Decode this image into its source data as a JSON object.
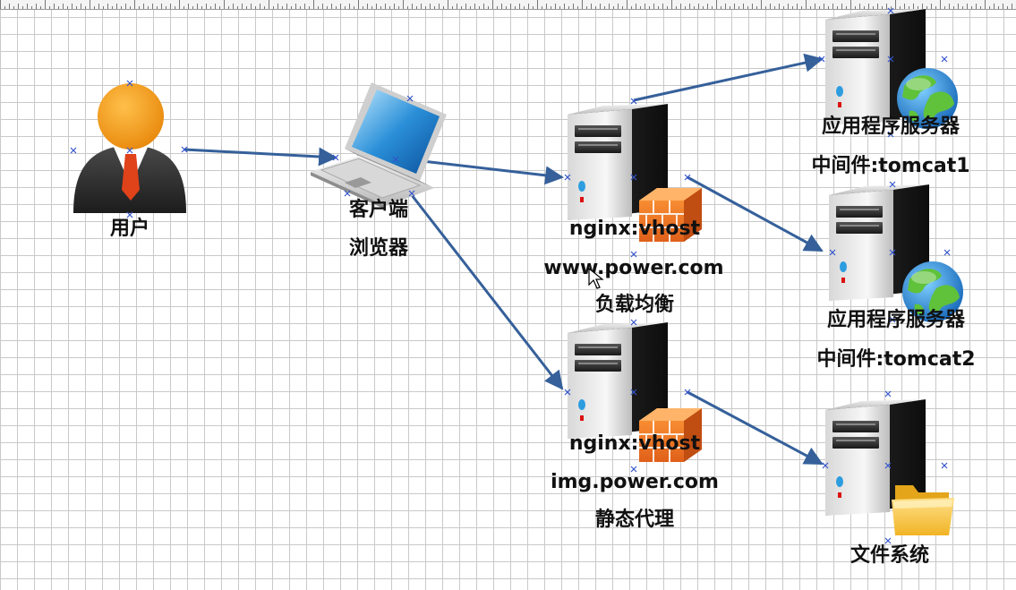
{
  "nodes": {
    "user": {
      "label": "用户"
    },
    "client": {
      "label": "客户端",
      "sublabel": "浏览器"
    },
    "lb": {
      "vhost": "nginx:vhost",
      "domain": "www.power.com",
      "role": "负载均衡"
    },
    "static": {
      "vhost": "nginx:vhost",
      "domain": "img.power.com",
      "role": "静态代理"
    },
    "app1": {
      "label": "应用程序服务器",
      "middleware": "中间件:tomcat1"
    },
    "app2": {
      "label": "应用程序服务器",
      "middleware": "中间件:tomcat2"
    },
    "fs": {
      "label": "文件系统"
    }
  },
  "icons": {
    "user": "person-icon",
    "client": "laptop-icon",
    "server": "server-icon",
    "firewall": "firewall-icon",
    "globe": "globe-icon",
    "folder": "folder-icon"
  },
  "colors": {
    "arrow": "#35609a",
    "selection_marker": "#3355cc",
    "grid": "#c9c9c9"
  }
}
